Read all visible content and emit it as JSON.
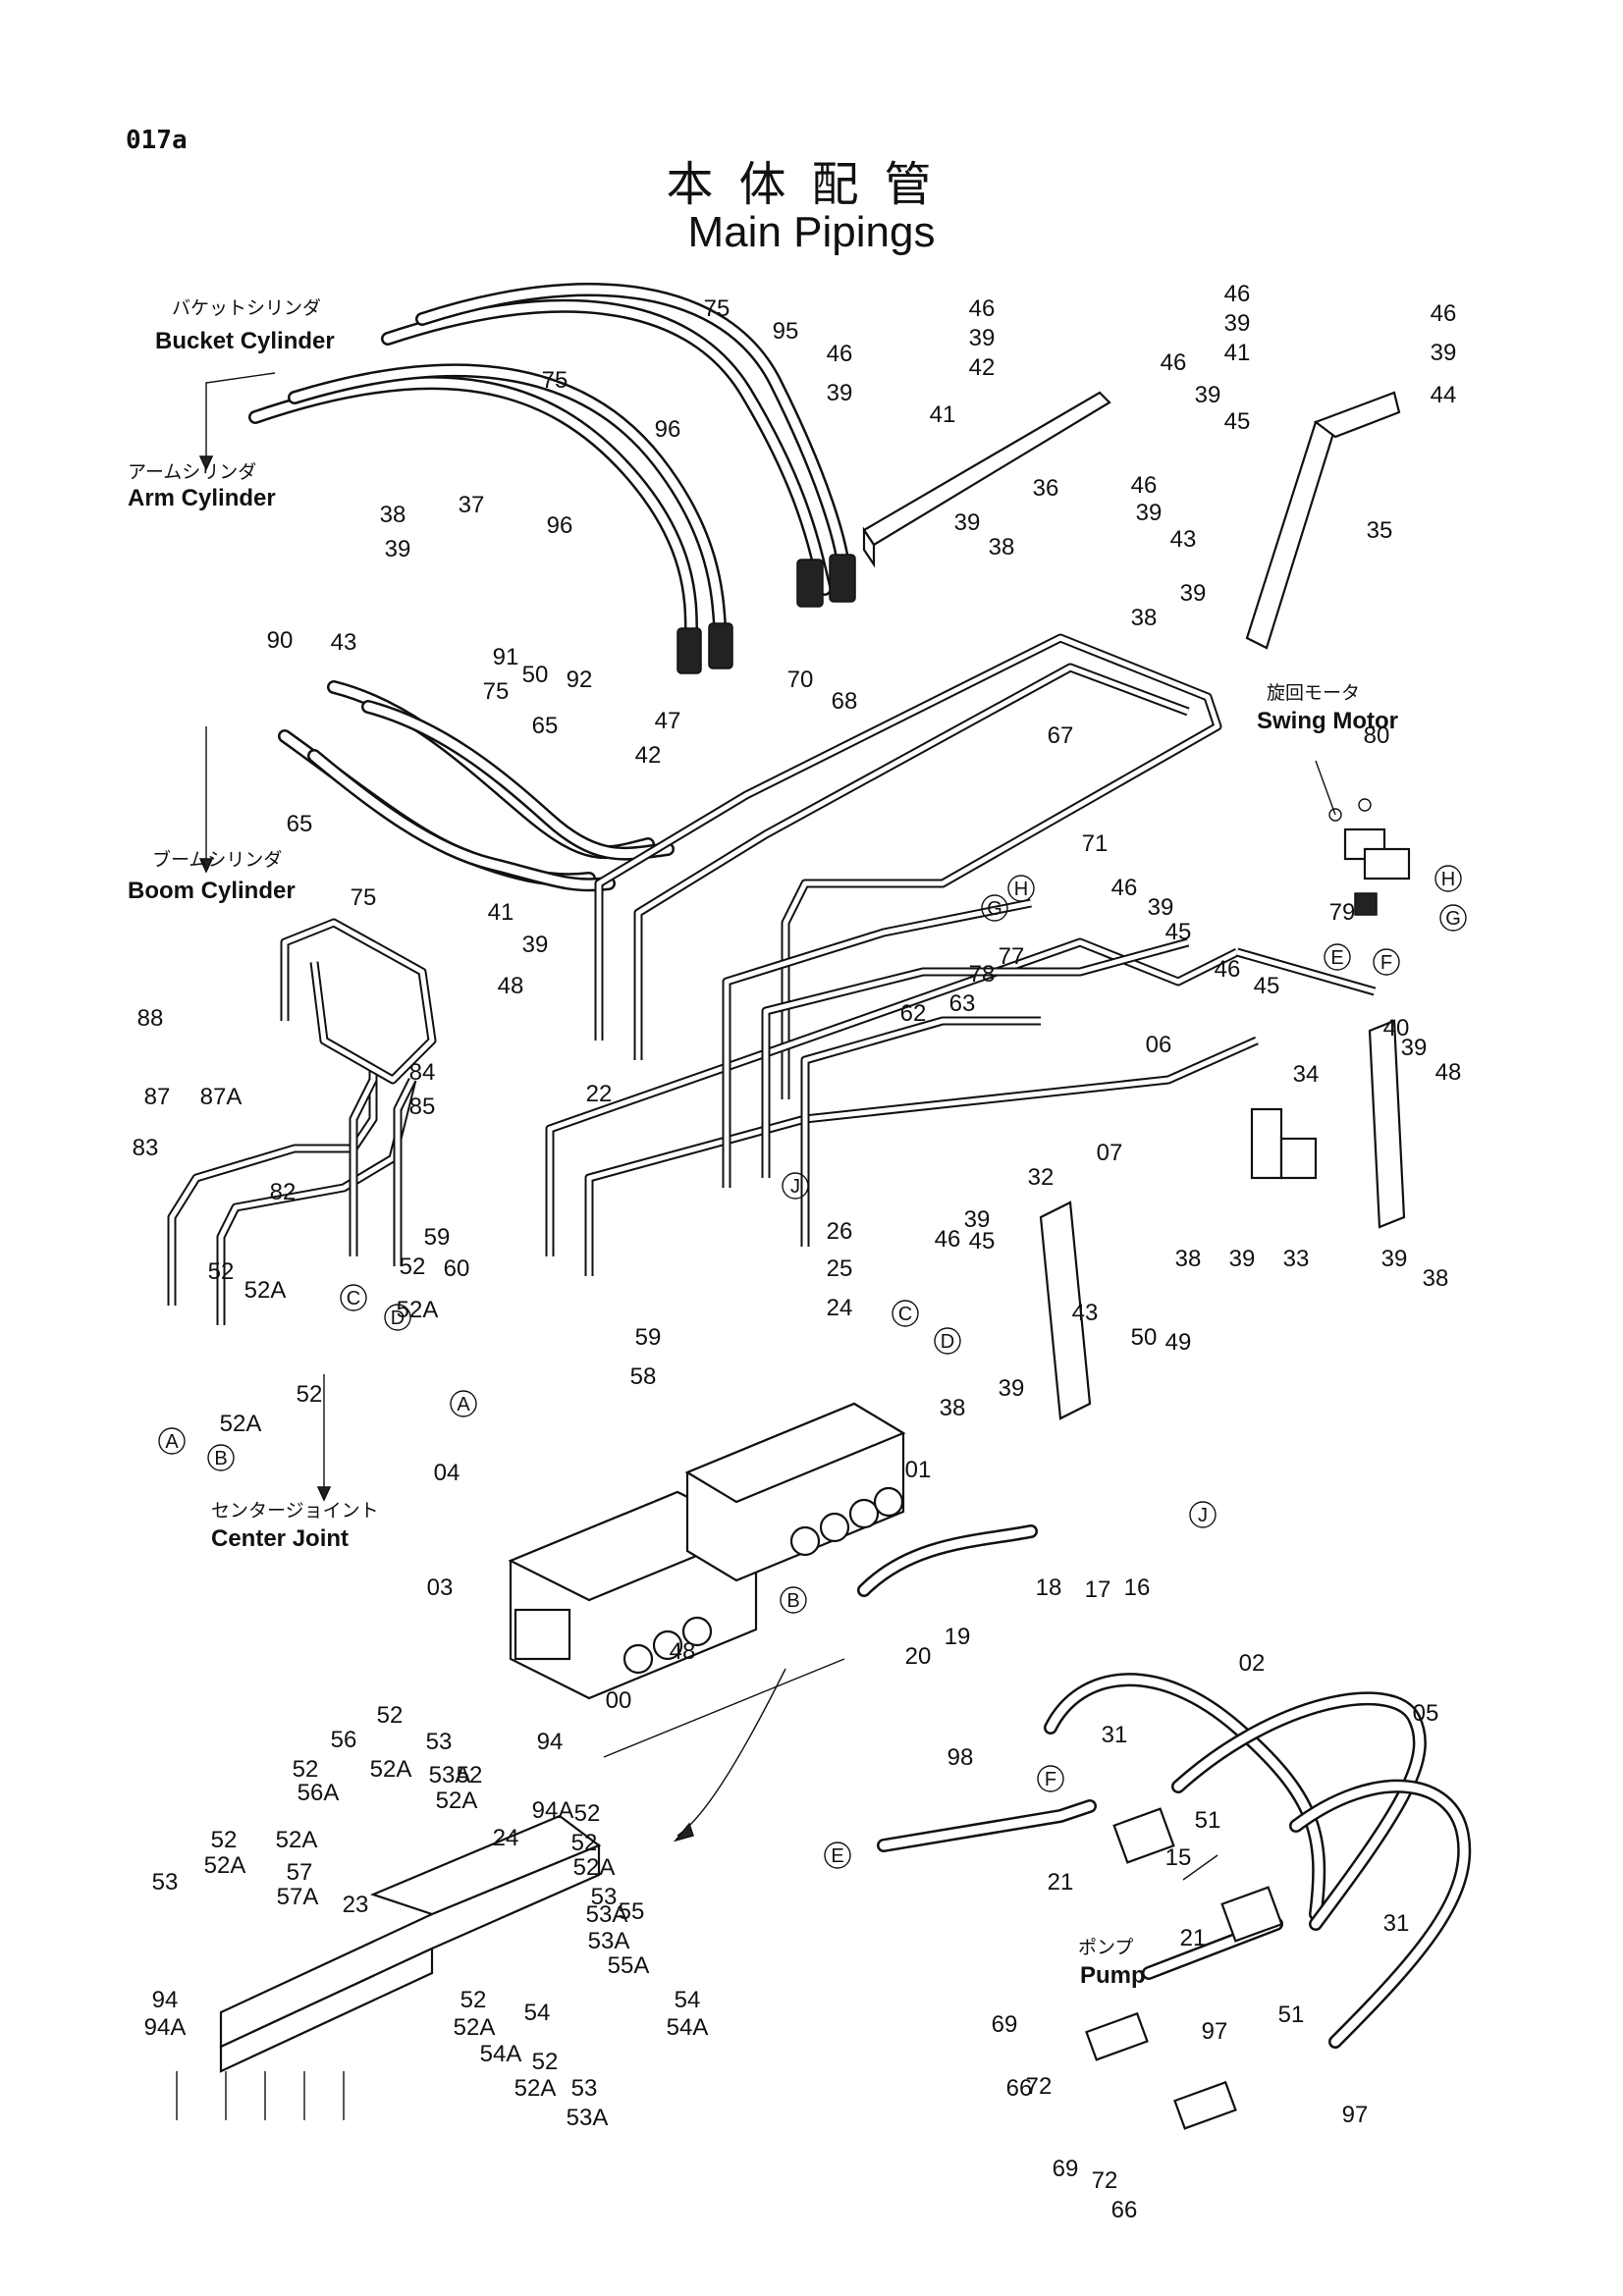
{
  "page_code": "017a",
  "title": {
    "jp": "本体配管",
    "en": "Main Pipings"
  },
  "destinations": {
    "bucket": {
      "jp": "バケットシリンダ",
      "en": "Bucket Cylinder"
    },
    "arm": {
      "jp": "アームシリンダ",
      "en": "Arm Cylinder"
    },
    "boom": {
      "jp": "ブームシリンダ",
      "en": "Boom Cylinder"
    },
    "center": {
      "jp": "センタージョイント",
      "en": "Center Joint"
    },
    "swing": {
      "jp": "旋回モータ",
      "en": "Swing Motor"
    },
    "pump": {
      "jp": "ポンプ",
      "en": "Pump"
    }
  },
  "connection_refs": [
    "A",
    "B",
    "C",
    "D",
    "E",
    "F",
    "G",
    "H",
    "J"
  ],
  "part_labels": [
    "75",
    "95",
    "96",
    "75",
    "96",
    "46",
    "39",
    "42",
    "46",
    "39",
    "41",
    "36",
    "39",
    "38",
    "46",
    "39",
    "46",
    "46",
    "39",
    "41",
    "44",
    "39",
    "45",
    "46",
    "39",
    "43",
    "35",
    "38",
    "39",
    "38",
    "37",
    "39",
    "90",
    "43",
    "91",
    "50",
    "92",
    "47",
    "42",
    "70",
    "68",
    "67",
    "71",
    "80",
    "79",
    "65",
    "75",
    "65",
    "75",
    "41",
    "39",
    "48",
    "22",
    "63",
    "62",
    "78",
    "77",
    "46",
    "39",
    "45",
    "46",
    "45",
    "06",
    "07",
    "40",
    "39",
    "48",
    "34",
    "38",
    "39",
    "33",
    "39",
    "38",
    "88",
    "87",
    "87A",
    "84",
    "83",
    "82",
    "85",
    "59",
    "60",
    "52",
    "52A",
    "52",
    "52A",
    "52",
    "52A",
    "26",
    "25",
    "24",
    "59",
    "58",
    "46",
    "39",
    "45",
    "43",
    "50",
    "49",
    "32",
    "38",
    "39",
    "01",
    "04",
    "03",
    "00",
    "48",
    "20",
    "19",
    "18",
    "17",
    "16",
    "02",
    "05",
    "98",
    "31",
    "51",
    "15",
    "21",
    "21",
    "31",
    "51",
    "97",
    "97",
    "69",
    "72",
    "66",
    "69",
    "72",
    "66",
    "52",
    "56",
    "53",
    "52",
    "52A",
    "56A",
    "53A",
    "52",
    "94",
    "52A",
    "52",
    "94A",
    "52",
    "52A",
    "52A",
    "53",
    "57",
    "57A",
    "24",
    "52",
    "52A",
    "53",
    "55",
    "53A",
    "23",
    "53A",
    "55A",
    "94",
    "94A",
    "52",
    "54",
    "54",
    "52A",
    "54A",
    "52",
    "54A",
    "52A",
    "53",
    "53A"
  ]
}
